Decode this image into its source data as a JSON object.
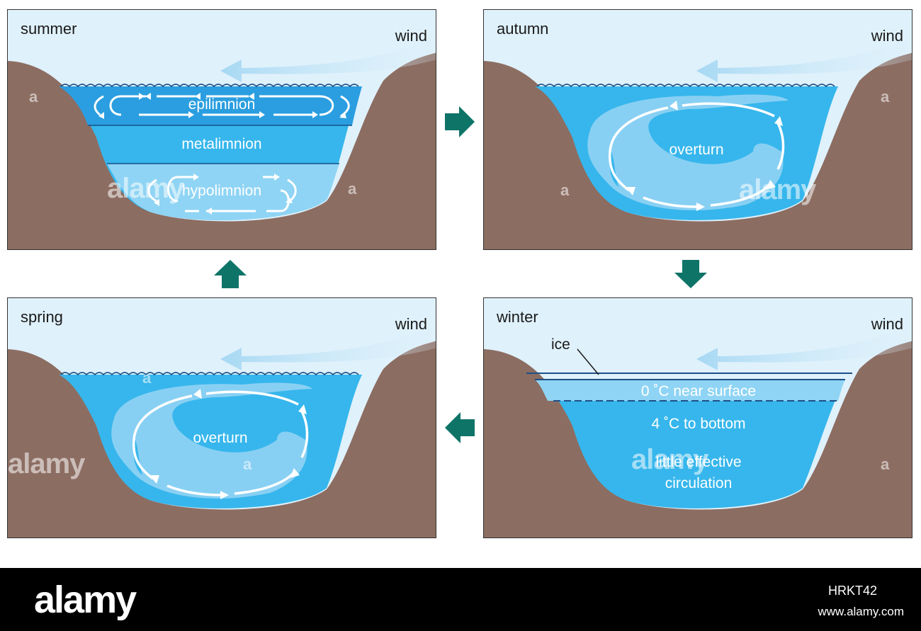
{
  "panels": {
    "summer": {
      "season": "summer",
      "wind": "wind",
      "epilimnion": "epilimnion",
      "metalimnion": "metalimnion",
      "hypolimnion": "hypolimnion"
    },
    "autumn": {
      "season": "autumn",
      "wind": "wind",
      "overturn": "overturn"
    },
    "spring": {
      "season": "spring",
      "wind": "wind",
      "overturn": "overturn"
    },
    "winter": {
      "season": "winter",
      "wind": "wind",
      "ice": "ice",
      "surface": "0 ˚C near surface",
      "bottom": "4 ˚C to bottom",
      "circ1": "little effective",
      "circ2": "circulation"
    }
  },
  "watermark": {
    "big": "alamy",
    "small": "a"
  },
  "footer": {
    "brand": "alamy",
    "image_id": "HRKT42",
    "url": "www.alamy.com"
  },
  "colors": {
    "sky": "#dff1fb",
    "ground": "#8c6d62",
    "water": "#36b6ec",
    "epilimnion": "#2a9ee0",
    "hypolimnion": "#8fd4f4",
    "overturn": "#8dd2f3",
    "cycle_arrow": "#0f7468",
    "footer": "#000000"
  }
}
